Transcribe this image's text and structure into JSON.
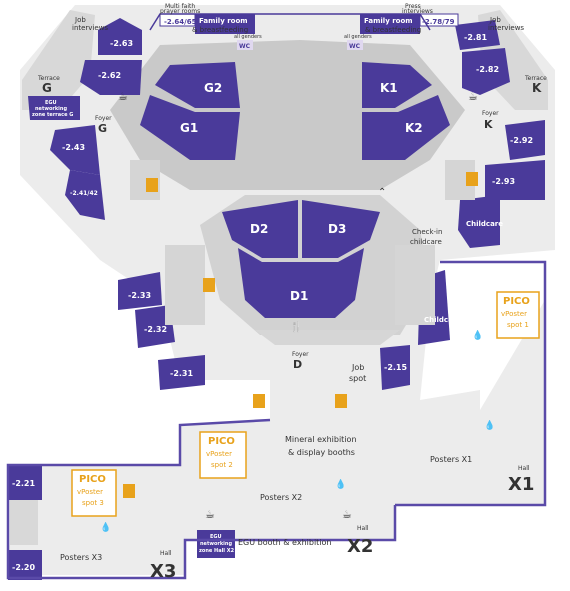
{
  "colors": {
    "room": "#4a3a9a",
    "background_gray": "#c8c8c8",
    "light_gray": "#e8e8e8",
    "pico": "#e8a21b",
    "wall": "#5a4aa8"
  },
  "halls": {
    "G": "G",
    "K": "K",
    "D": "D",
    "X1": "X1",
    "X2": "X2",
    "X3": "X3",
    "hall_word": "Hall",
    "foyer_word": "Foyer",
    "terrace_word": "Terrace"
  },
  "rooms": {
    "G1": "G1",
    "G2": "G2",
    "K1": "K1",
    "K2": "K2",
    "D1": "D1",
    "D2": "D2",
    "D3": "D3",
    "r263": "-2.63",
    "r262": "-2.62",
    "r243": "-2.43",
    "r24142": "-2.41/42",
    "r281": "-2.81",
    "r282": "-2.82",
    "r292": "-2.92",
    "r293": "-2.93",
    "r233": "-2.33",
    "r232": "-2.32",
    "r231": "-2.31",
    "r215": "-2.15",
    "r221": "-2.21",
    "r220": "-2.20",
    "r26465": "-2.64/65",
    "r27879": "-2.78/79"
  },
  "labels": {
    "job_interviews": [
      "Job",
      "interviews"
    ],
    "multi_faith": [
      "Multi faith",
      "prayer rooms"
    ],
    "press_interviews": [
      "Press",
      "interviews"
    ],
    "family_room": [
      "Family room",
      "& breastfeeding"
    ],
    "all_genders": "all genders",
    "wc": "WC",
    "egu_networking_g": [
      "EGU",
      "networking",
      "zone terrace G"
    ],
    "egu_networking_x2": [
      "EGU",
      "networking",
      "zone Hall X2"
    ],
    "childcare": "Childcare",
    "checkin_childcare": [
      "Check-in",
      "childcare"
    ],
    "job_spot": [
      "Job",
      "spot"
    ],
    "mineral": [
      "Mineral exhibition",
      "& display booths"
    ],
    "posters_x1": "Posters X1",
    "posters_x2": "Posters X2",
    "posters_x3": "Posters X3",
    "egu_booth": "EGU booth & exhibition"
  },
  "pico": {
    "title": "PICO",
    "spots": [
      {
        "line1": "vPoster",
        "line2": "spot 1"
      },
      {
        "line1": "vPoster",
        "line2": "spot 2"
      },
      {
        "line1": "vPoster",
        "line2": "spot 3"
      }
    ]
  }
}
